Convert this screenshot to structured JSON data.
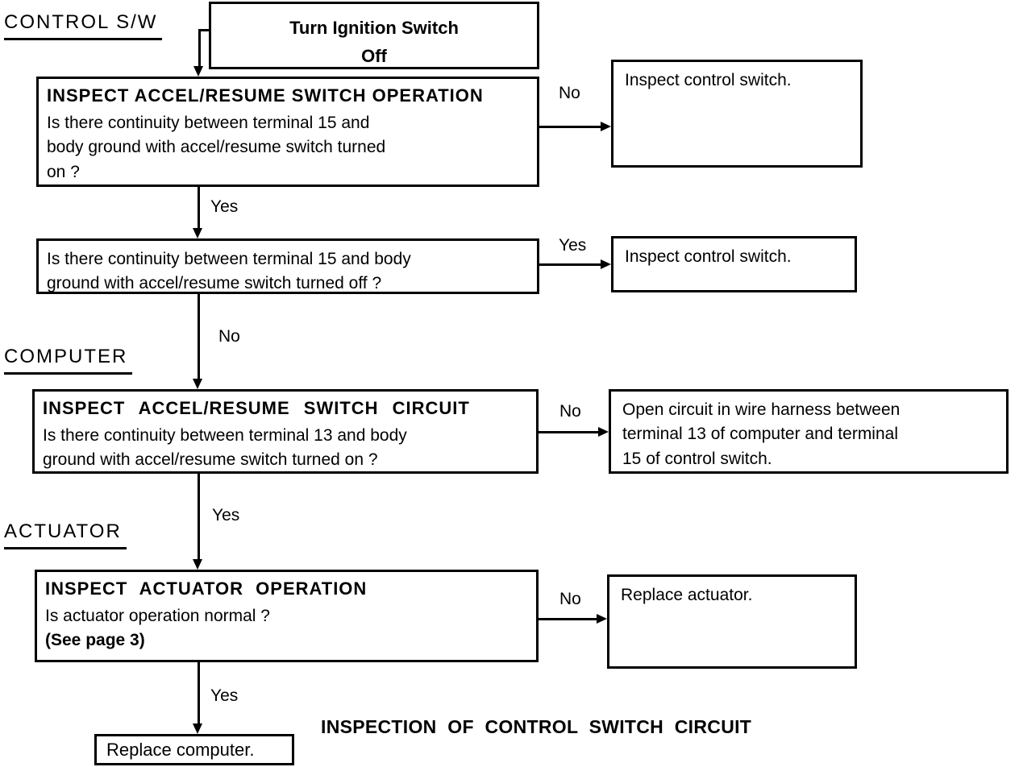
{
  "colors": {
    "ink": "#000000",
    "paper": "#ffffff"
  },
  "page_title": "INSPECTION OF CONTROL SWITCH CIRCUIT",
  "section_labels": {
    "control_switch": "CONTROL S/W",
    "computer": "COMPUTER",
    "actuator": "ACTUATOR"
  },
  "flow": {
    "start": {
      "text": "Turn Ignition Switch\nOff"
    },
    "questions": [
      {
        "header": "INSPECT ACCEL/RESUME SWITCH OPERATION",
        "body": "Is there continuity between terminal 15 and\nbody ground with accel/resume switch turned\non ?"
      },
      {
        "body": "Is there continuity between terminal 15 and body\nground with accel/resume switch turned off ?"
      },
      {
        "header": "INSPECT ACCEL/RESUME SWITCH CIRCUIT",
        "body": "Is there continuity between terminal 13 and body\nground with accel/resume switch turned on ?"
      },
      {
        "header": "INSPECT ACTUATOR OPERATION",
        "body": "Is actuator operation normal ?",
        "note": "(See page 3)"
      }
    ],
    "results": {
      "inspect_control_switch_1": "Inspect control switch.",
      "inspect_control_switch_2": "Inspect control switch.",
      "open_circuit": "Open circuit in wire harness between\nterminal 13 of computer and terminal\n15 of control switch.",
      "replace_actuator": "Replace actuator.",
      "replace_computer": "Replace computer."
    },
    "branches": {
      "q1_no": "No",
      "q1_yes": "Yes",
      "q2_yes": "Yes",
      "q2_no": "No",
      "q3_no": "No",
      "q3_yes": "Yes",
      "q4_no": "No",
      "q4_yes": "Yes"
    }
  }
}
